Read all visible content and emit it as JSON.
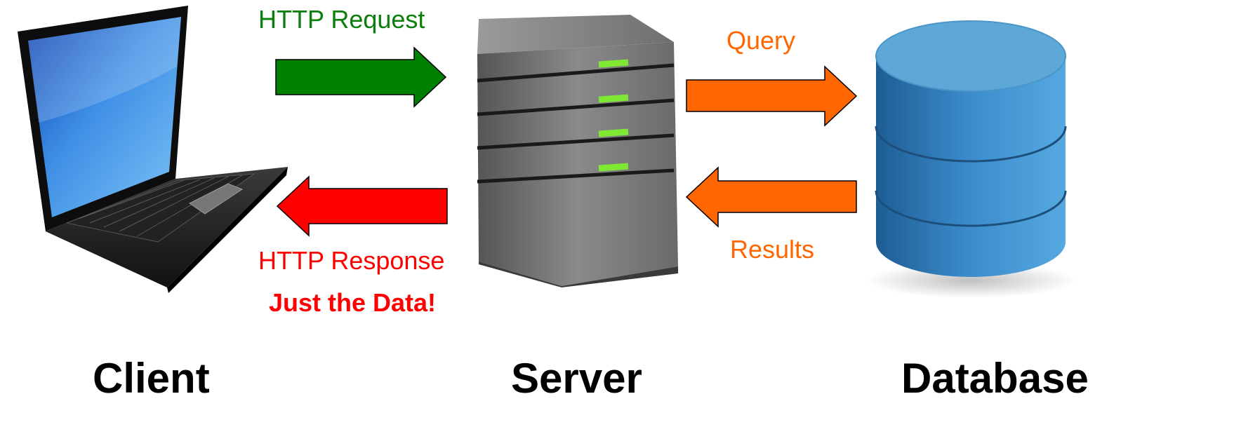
{
  "arrows": {
    "request_label": "HTTP Request",
    "response_label": "HTTP Response",
    "response_note": "Just the Data!",
    "query_label": "Query",
    "results_label": "Results"
  },
  "nodes": {
    "client_label": "Client",
    "server_label": "Server",
    "database_label": "Database"
  },
  "colors": {
    "request": "#008000",
    "response": "#ff0000",
    "query_results": "#ff6600",
    "server_led": "#7fe832",
    "database": "#2f7fc0"
  }
}
